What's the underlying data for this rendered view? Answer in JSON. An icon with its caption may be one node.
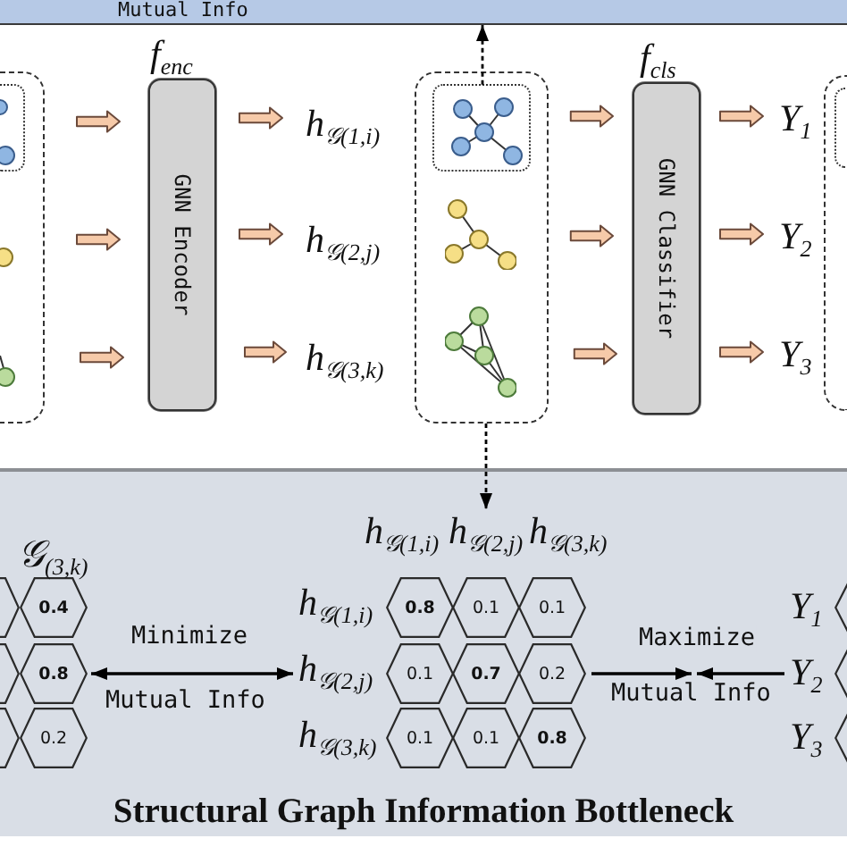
{
  "diagram": {
    "nodes": [
      {
        "text": [
          "Mutual Info"
        ]
      },
      {
        "text": [],
        "shape": "box"
      },
      {
        "text": [],
        "shape": "box",
        "in": 1
      },
      {
        "text": [],
        "shape": "circle",
        "in": 1
      },
      {
        "text": [],
        "shape": "circle",
        "in": 1
      },
      {
        "text": [
          "f$_{enc}$",
          "GNN Encoder"
        ]
      },
      {
        "text": [
          "h$_{𝒢(1,i)}$"
        ]
      },
      {
        "text": [
          "h$_{𝒢(2,j)}$"
        ]
      },
      {
        "text": [
          "h$_{𝒢(3,k)}$"
        ]
      },
      {
        "text": [],
        "shape": "box"
      },
      {
        "text": [],
        "shape": "box",
        "in": 9
      },
      {
        "text": [],
        "shape": "picture",
        "in": 9
      },
      {
        "text": [],
        "shape": "picture",
        "in": 9
      },
      {
        "text": [
          "f$_{cls}$",
          "GNN Classifier"
        ]
      },
      {
        "text": [
          "Y$_{1}$"
        ]
      },
      {
        "text": [
          "Y$_{2}$"
        ]
      },
      {
        "text": [
          "Y$_{3}$"
        ]
      },
      {
        "text": [],
        "shape": "box"
      },
      {
        "text": [],
        "shape": "box",
        "in": 17
      },
      {
        "text": [
          "Structural Graph Information Bottleneck"
        ]
      },
      {
        "text": [],
        "shape": "hexagon",
        "in": 19
      },
      {
        "text": [],
        "shape": "hexagon",
        "in": 19
      },
      {
        "text": [],
        "shape": "hexagon",
        "in": 19
      },
      {
        "text": [
          "0.4"
        ],
        "in": 19
      },
      {
        "text": [
          "0.8"
        ],
        "in": 19
      },
      {
        "text": [
          "0.2"
        ],
        "in": 19
      },
      {
        "text": [
          "h$_{𝒢(2,j)}$"
        ],
        "in": 19
      },
      {
        "text": [
          "h$_{𝒢(2,j)}$"
        ],
        "in": 19
      },
      {
        "text": [
          "0.8"
        ],
        "in": 19
      },
      {
        "text": [
          "0.1"
        ],
        "in": 19
      },
      {
        "text": [
          "0.1"
        ],
        "in": 19
      },
      {
        "text": [
          "0.1"
        ],
        "in": 19
      },
      {
        "text": [
          "0.7"
        ],
        "in": 19
      },
      {
        "text": [
          "0.2"
        ],
        "in": 19
      },
      {
        "text": [
          "0.1"
        ],
        "in": 19
      },
      {
        "text": [
          "0.1"
        ],
        "in": 19
      },
      {
        "text": [
          "0.8"
        ],
        "in": 19
      },
      {
        "text": [
          "Y$_{2}$"
        ],
        "in": 19
      },
      {
        "text": [],
        "shape": "hexagon",
        "in": 19
      },
      {
        "text": [],
        "shape": "hexagon",
        "in": 19
      },
      {
        "text": [],
        "shape": "hexagon",
        "in": 19
      },
      {
        "text": [
          "Mutual Info"
        ],
        "in": 19
      }
    ],
    "edges": [
      {
        "from": 2,
        "to": 5,
        "arrow": "to",
        "style": "thick"
      },
      {
        "from": 3,
        "to": 5,
        "arrow": "to",
        "style": "thick"
      },
      {
        "from": 4,
        "to": 5,
        "arrow": "to",
        "style": "thick"
      },
      {
        "from": 5,
        "to": 6,
        "arrow": "to",
        "style": "thick"
      },
      {
        "from": 5,
        "to": 7,
        "arrow": "to",
        "style": "thick"
      },
      {
        "from": 5,
        "to": 8,
        "arrow": "to",
        "style": "thick"
      },
      {
        "from": 10,
        "to": 13,
        "arrow": "to",
        "style": "thick"
      },
      {
        "from": 11,
        "to": 13,
        "arrow": "to",
        "style": "thick"
      },
      {
        "from": 12,
        "to": 13,
        "arrow": "to",
        "style": "thick"
      },
      {
        "from": 13,
        "to": 14,
        "arrow": "to",
        "style": "thick"
      },
      {
        "from": 13,
        "to": 15,
        "arrow": "to",
        "style": "thick"
      },
      {
        "from": 13,
        "to": 16,
        "arrow": "to",
        "style": "thick"
      },
      {
        "from": 10,
        "to": 0,
        "arrow": "to",
        "style": "dashed",
        "color": "#000000"
      },
      {
        "from": 9,
        "to": 26,
        "arrow": "to",
        "style": "dashed",
        "color": "#000000"
      },
      {
        "from": 24,
        "to": 27,
        "arrow": "both",
        "label": "Minimize",
        "color": "#000000"
      },
      {
        "from": 33,
        "to": 41,
        "arrow": "to",
        "label": "Maximize",
        "color": "#000000"
      },
      {
        "from": 37,
        "to": 41,
        "arrow": "to",
        "color": "#000000"
      }
    ],
    "labels": [
      "𝒢$_{(3,k)}$",
      "h$_{𝒢(1,i)}$",
      "h$_{𝒢(3,k)}$",
      "h$_{𝒢(1,i)}$",
      "Y$_{1}$",
      "Mutual Info",
      "h$_{𝒢(3,k)}$",
      "Y$_{3}$"
    ]
  }
}
